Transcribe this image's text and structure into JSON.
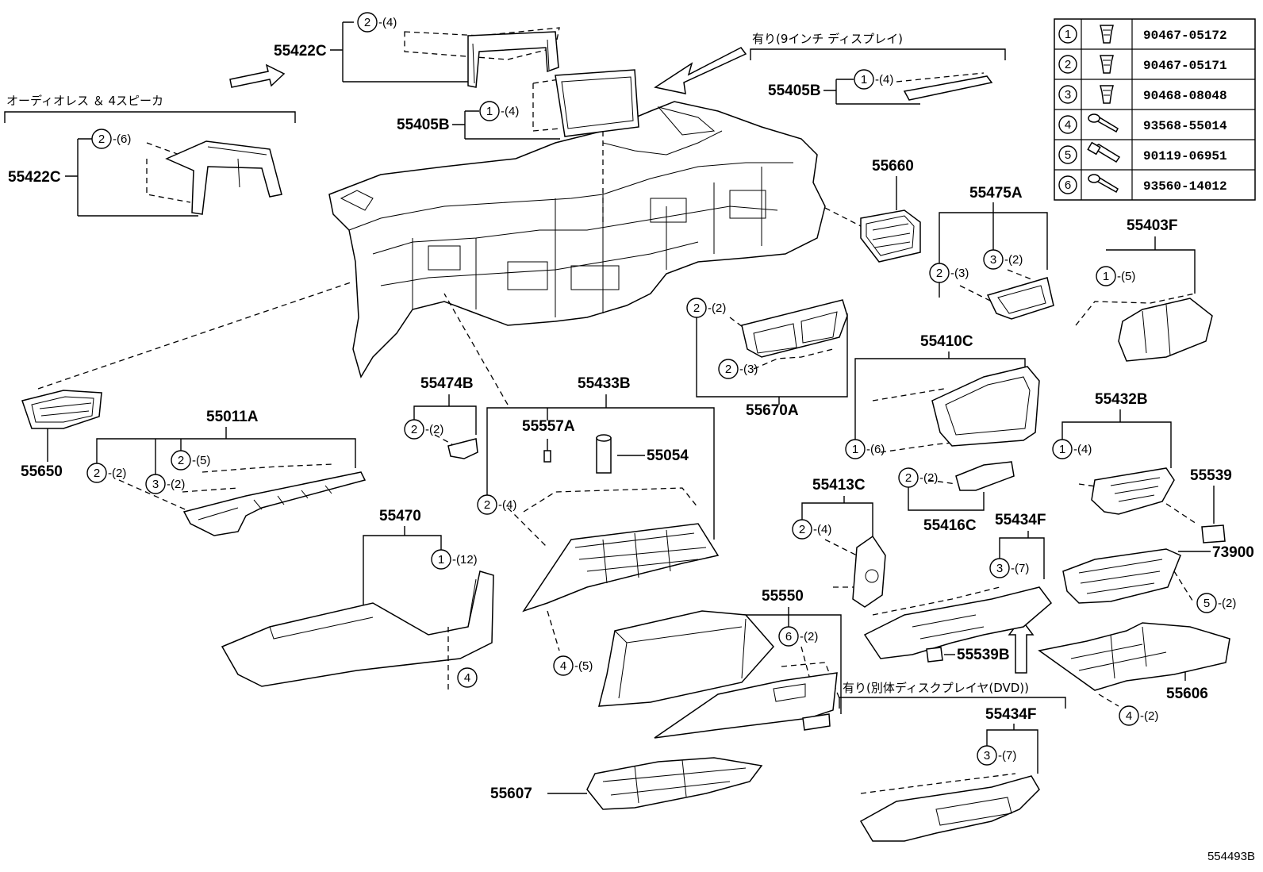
{
  "notes": {
    "audio_less": "オーディオレス ＆ 4スピーカ",
    "with_9inch": "有り(9インチ ディスプレイ)",
    "with_dvd": "有り(別体ディスクプレイヤ(DVD))"
  },
  "diagram_id": "554493B",
  "parts": {
    "p55422c_top": "55422C",
    "p55422c_left": "55422C",
    "p55405b_center": "55405B",
    "p55405b_right": "55405B",
    "p55660": "55660",
    "p55475a": "55475A",
    "p55403f": "55403F",
    "p55670a": "55670A",
    "p55410c": "55410C",
    "p55474b": "55474B",
    "p55433b": "55433B",
    "p55557a": "55557A",
    "p55054": "55054",
    "p55011a": "55011A",
    "p55650": "55650",
    "p55432b": "55432B",
    "p55539": "55539",
    "p73900": "73900",
    "p55413c": "55413C",
    "p55416c": "55416C",
    "p55434f_mid": "55434F",
    "p55434f_bot": "55434F",
    "p55470": "55470",
    "p55550": "55550",
    "p55539b": "55539B",
    "p55606": "55606",
    "p55607": "55607"
  },
  "callouts": {
    "c55422c_top": {
      "n": "2",
      "q": "-(4)"
    },
    "c55422c_left": {
      "n": "2",
      "q": "-(6)"
    },
    "c55405b_center": {
      "n": "1",
      "q": "-(4)"
    },
    "c55405b_right": {
      "n": "1",
      "q": "-(4)"
    },
    "c55475a_a": {
      "n": "2",
      "q": "-(3)"
    },
    "c55475a_b": {
      "n": "3",
      "q": "-(2)"
    },
    "c55403f": {
      "n": "1",
      "q": "-(5)"
    },
    "c55670a_a": {
      "n": "2",
      "q": "-(2)"
    },
    "c55670a_b": {
      "n": "2",
      "q": "-(3)"
    },
    "c55410c": {
      "n": "1",
      "q": "-(6)"
    },
    "c55474b": {
      "n": "2",
      "q": "-(2)"
    },
    "c55433b": {
      "n": "2",
      "q": "-(4)"
    },
    "c55011a_a": {
      "n": "2",
      "q": "-(2)"
    },
    "c55011a_b": {
      "n": "3",
      "q": "-(2)"
    },
    "c55011a_c": {
      "n": "2",
      "q": "-(5)"
    },
    "c55432b": {
      "n": "1",
      "q": "-(4)"
    },
    "c55413c": {
      "n": "2",
      "q": "-(4)"
    },
    "c55416c": {
      "n": "2",
      "q": "-(2)"
    },
    "c55434f_mid": {
      "n": "3",
      "q": "-(7)"
    },
    "c55434f_bot": {
      "n": "3",
      "q": "-(7)"
    },
    "c55470": {
      "n": "1",
      "q": "-(12)"
    },
    "c55470_b": {
      "n": "4",
      "q": ""
    },
    "c55550": {
      "n": "6",
      "q": "-(2)"
    },
    "c_glove_4": {
      "n": "4",
      "q": "-(5)"
    },
    "c73900": {
      "n": "5",
      "q": "-(2)"
    },
    "c55606": {
      "n": "4",
      "q": "-(2)"
    }
  },
  "fastener_table": [
    {
      "no": "1",
      "icon": "clip-icon",
      "part": "90467-05172"
    },
    {
      "no": "2",
      "icon": "clip-icon",
      "part": "90467-05171"
    },
    {
      "no": "3",
      "icon": "clip-icon",
      "part": "90468-08048"
    },
    {
      "no": "4",
      "icon": "screw-icon",
      "part": "93568-55014"
    },
    {
      "no": "5",
      "icon": "bolt-icon",
      "part": "90119-06951"
    },
    {
      "no": "6",
      "icon": "screw-icon",
      "part": "93560-14012"
    }
  ]
}
